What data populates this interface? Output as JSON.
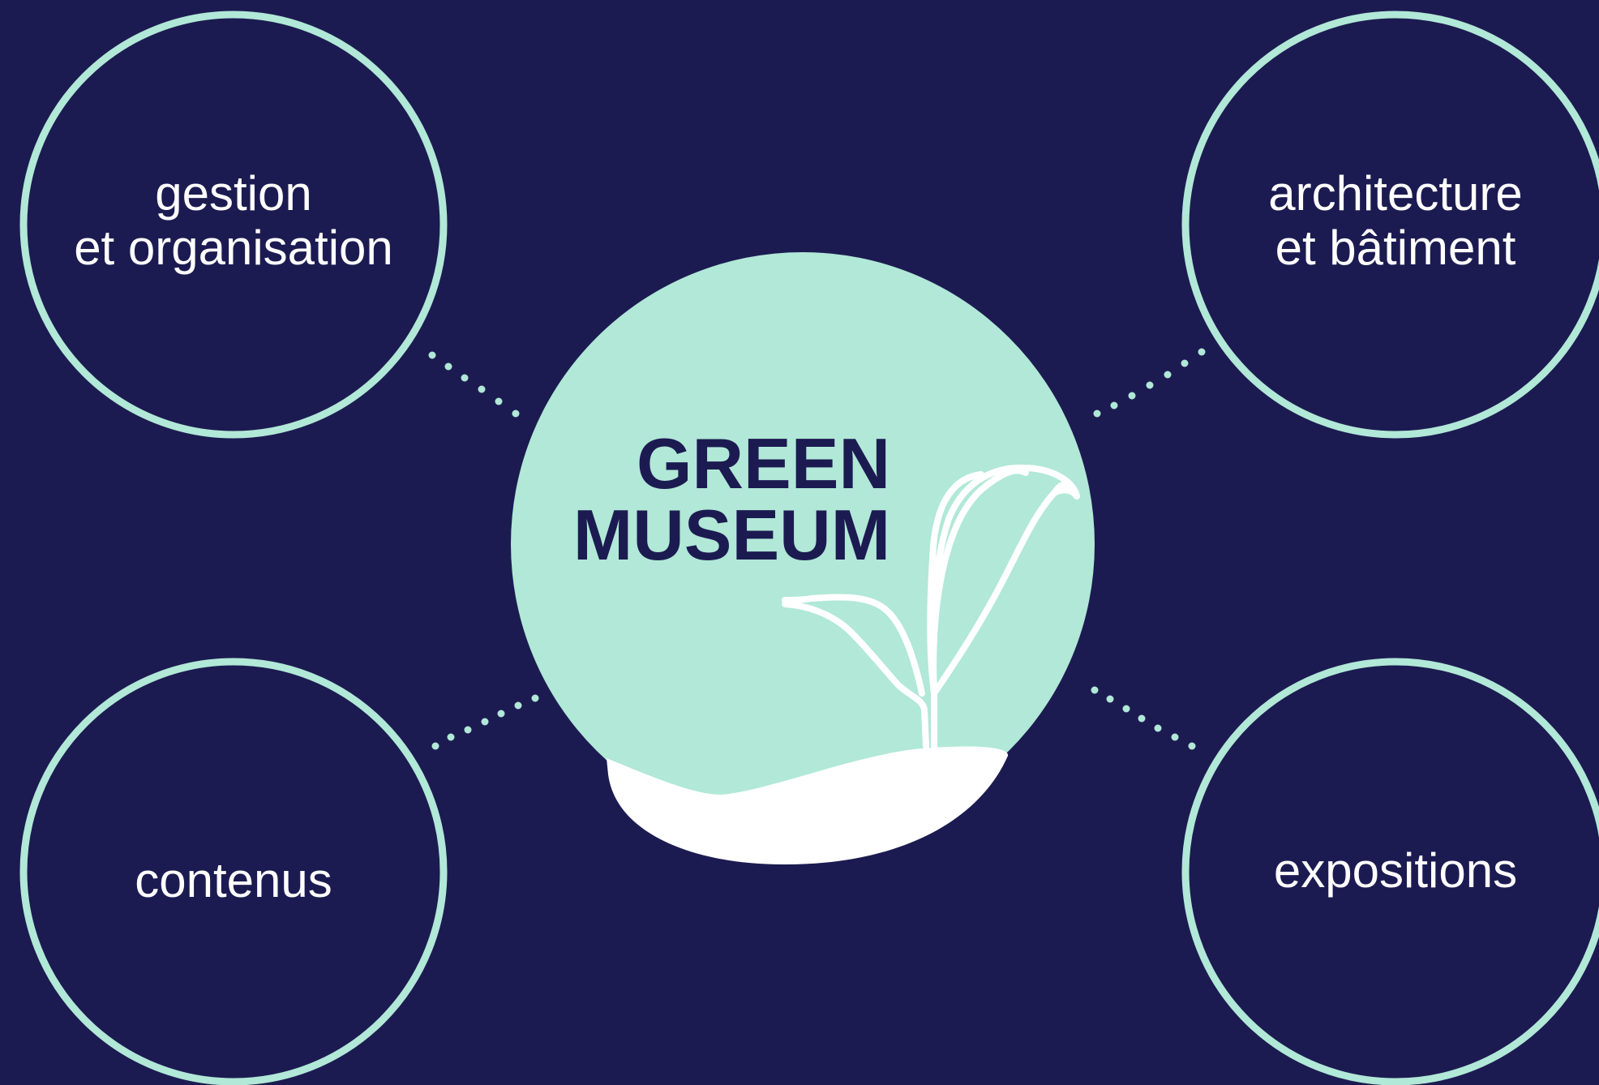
{
  "colors": {
    "background": "#1c1b51",
    "ring": "#b1e8d7",
    "hub_fill": "#b1e8d7",
    "hub_text": "#1c1b51",
    "node_text": "#ffffff",
    "plant": "#ffffff"
  },
  "hub": {
    "title_line1": "GREEN",
    "title_line2": "MUSEUM",
    "icon": "plant-sprout-icon"
  },
  "nodes": {
    "top_left": {
      "line1": "gestion",
      "line2": "et organisation"
    },
    "top_right": {
      "line1": "architecture",
      "line2": "et bâtiment"
    },
    "bottom_left": {
      "line1": "contenus"
    },
    "bottom_right": {
      "line1": "expositions"
    }
  }
}
